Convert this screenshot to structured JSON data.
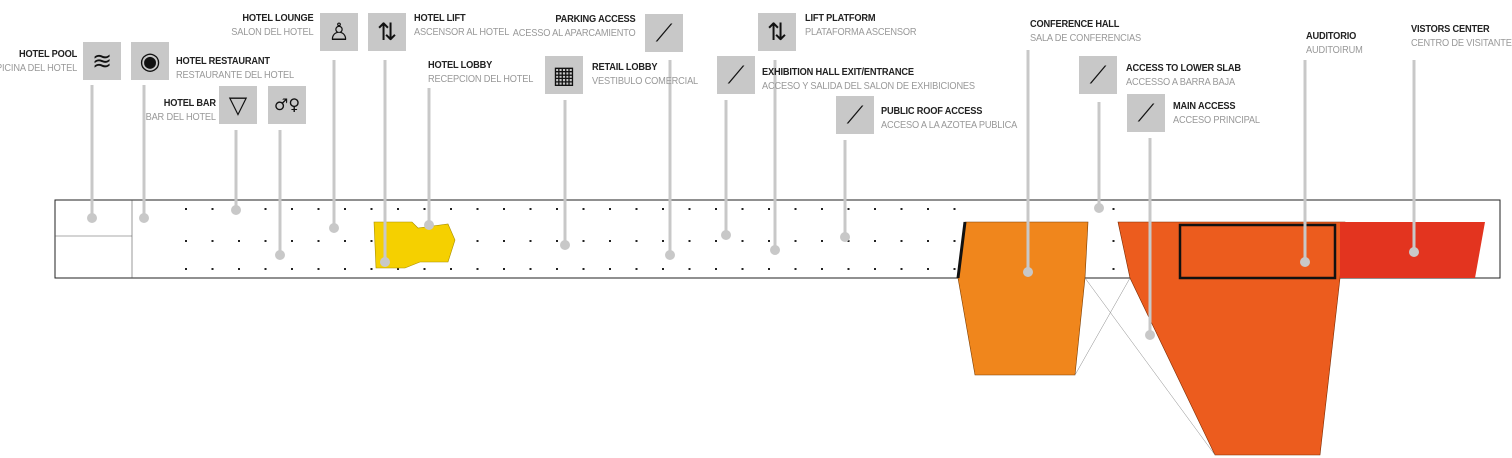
{
  "labels": [
    {
      "title": "HOTEL POOL",
      "subtitle": "PICINA DEL HOTEL",
      "icon": "swimmer-icon"
    },
    {
      "title": "HOTEL RESTAURANT",
      "subtitle": "RESTAURANTE DEL HOTEL",
      "icon": "plate-cutlery-icon"
    },
    {
      "title": "HOTEL BAR",
      "subtitle": "BAR DEL HOTEL",
      "icon": "cocktail-icon"
    },
    {
      "title": "",
      "subtitle": "",
      "icon": "restroom-icon"
    },
    {
      "title": "HOTEL LOUNGE",
      "subtitle": "SALON DEL HOTEL",
      "icon": "seated-person-icon"
    },
    {
      "title": "HOTEL LIFT",
      "subtitle": "ASCENSOR AL HOTEL",
      "icon": "elevator-icon"
    },
    {
      "title": "HOTEL LOBBY",
      "subtitle": "RECEPCION DEL HOTEL",
      "icon": ""
    },
    {
      "title": "RETAIL LOBBY",
      "subtitle": "VESTIBULO COMERCIAL",
      "icon": "gift-icon"
    },
    {
      "title": "PARKING ACCESS",
      "subtitle": "ACESSO AL APARCAMIENTO",
      "icon": "ramp-walker-icon"
    },
    {
      "title": "EXHIBITION HALL EXIT/ENTRANCE",
      "subtitle": "ACCESO Y SALIDA DEL SALON DE EXHIBICIONES",
      "icon": "escalator-icon"
    },
    {
      "title": "LIFT PLATFORM",
      "subtitle": "PLATAFORMA ASCENSOR",
      "icon": "elevator-icon"
    },
    {
      "title": "PUBLIC ROOF ACCESS",
      "subtitle": "ACCESO A LA AZOTEA PUBLICA",
      "icon": "escalator-icon"
    },
    {
      "title": "CONFERENCE HALL",
      "subtitle": "SALA DE CONFERENCIAS",
      "icon": ""
    },
    {
      "title": "ACCESS TO LOWER SLAB",
      "subtitle": "ACCESSO A BARRA BAJA",
      "icon": "escalator-icon"
    },
    {
      "title": "MAIN ACCESS",
      "subtitle": "ACCESO PRINCIPAL",
      "icon": "ramp-walker-icon"
    },
    {
      "title": "AUDITORIO",
      "subtitle": "AUDITOIRUM",
      "icon": ""
    },
    {
      "title": "VISTORS CENTER",
      "subtitle": "CENTRO DE VISITANTES",
      "icon": ""
    }
  ],
  "colors": {
    "lobby": "#f5d000",
    "conference": "#f0861c",
    "auditorium": "#ec5c1e",
    "visitors": "#e3341f",
    "leader": "#c8c8c8"
  }
}
